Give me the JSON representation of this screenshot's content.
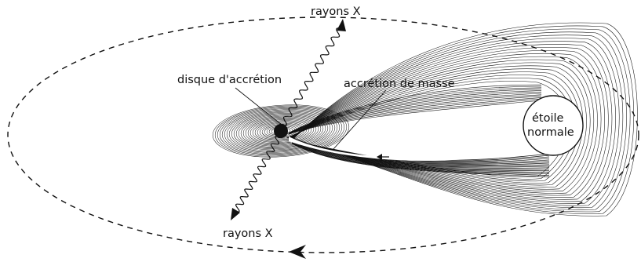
{
  "labels": {
    "xray_top": "rayons X",
    "xray_bottom": "rayons X",
    "disk": "disque d'accrétion",
    "mass_transfer": "accrétion de masse",
    "star_line1": "étoile",
    "star_line2": "normale"
  },
  "colors": {
    "line": "#111111",
    "background": "#ffffff"
  }
}
